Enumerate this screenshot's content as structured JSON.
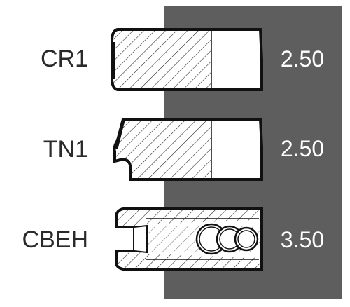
{
  "colors": {
    "panel": "#5e5e5e",
    "ring_fill": "#ffffff",
    "ring_outline": "#111111"
  },
  "rings": [
    {
      "name": "CR1",
      "value": "2.50",
      "profile": "rectangular"
    },
    {
      "name": "TN1",
      "value": "2.50",
      "profile": "taper-notched"
    },
    {
      "name": "CBEH",
      "value": "3.50",
      "profile": "oil-control-with-expander"
    }
  ]
}
